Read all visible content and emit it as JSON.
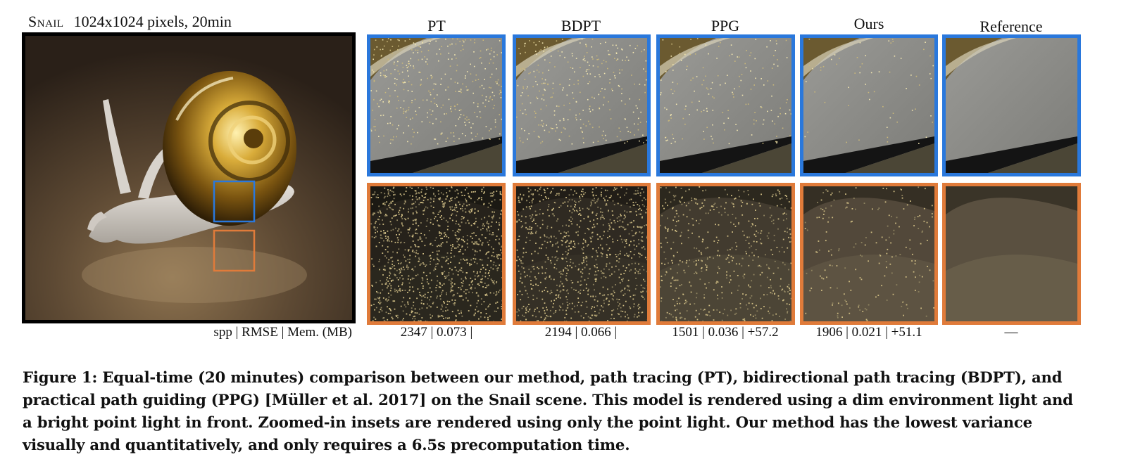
{
  "scene": {
    "name": "Snail",
    "info": "1024x1024 pixels, 20min"
  },
  "columns": [
    {
      "label": "PT",
      "stats": "2347 | 0.073 |"
    },
    {
      "label": "BDPT",
      "stats": "2194 | 0.066 |"
    },
    {
      "label": "PPG",
      "stats": "1501 | 0.036 | +57.2"
    },
    {
      "label": "Ours",
      "stats": "1906 | 0.021 | +51.1"
    },
    {
      "label": "Reference",
      "stats": "—"
    }
  ],
  "stats_header": "spp | RMSE | Mem. (MB)",
  "caption": "Figure 1: Equal-time (20 minutes) comparison between our method, path tracing (PT), bidirectional path tracing (BDPT), and practical path guiding (PPG) [Müller et al. 2017] on the Snail scene. This model is rendered using a dim environment light and a bright point light in front. Zoomed-in insets are rendered using only the point light. Our method has the lowest variance visually and quantitatively, and only requires a 6.5s precomputation time.",
  "colors": {
    "blue_inset": "#2a78dc",
    "orange_inset": "#e07b3a"
  },
  "noise_levels": [
    0.9,
    0.75,
    0.4,
    0.15,
    0.0
  ]
}
